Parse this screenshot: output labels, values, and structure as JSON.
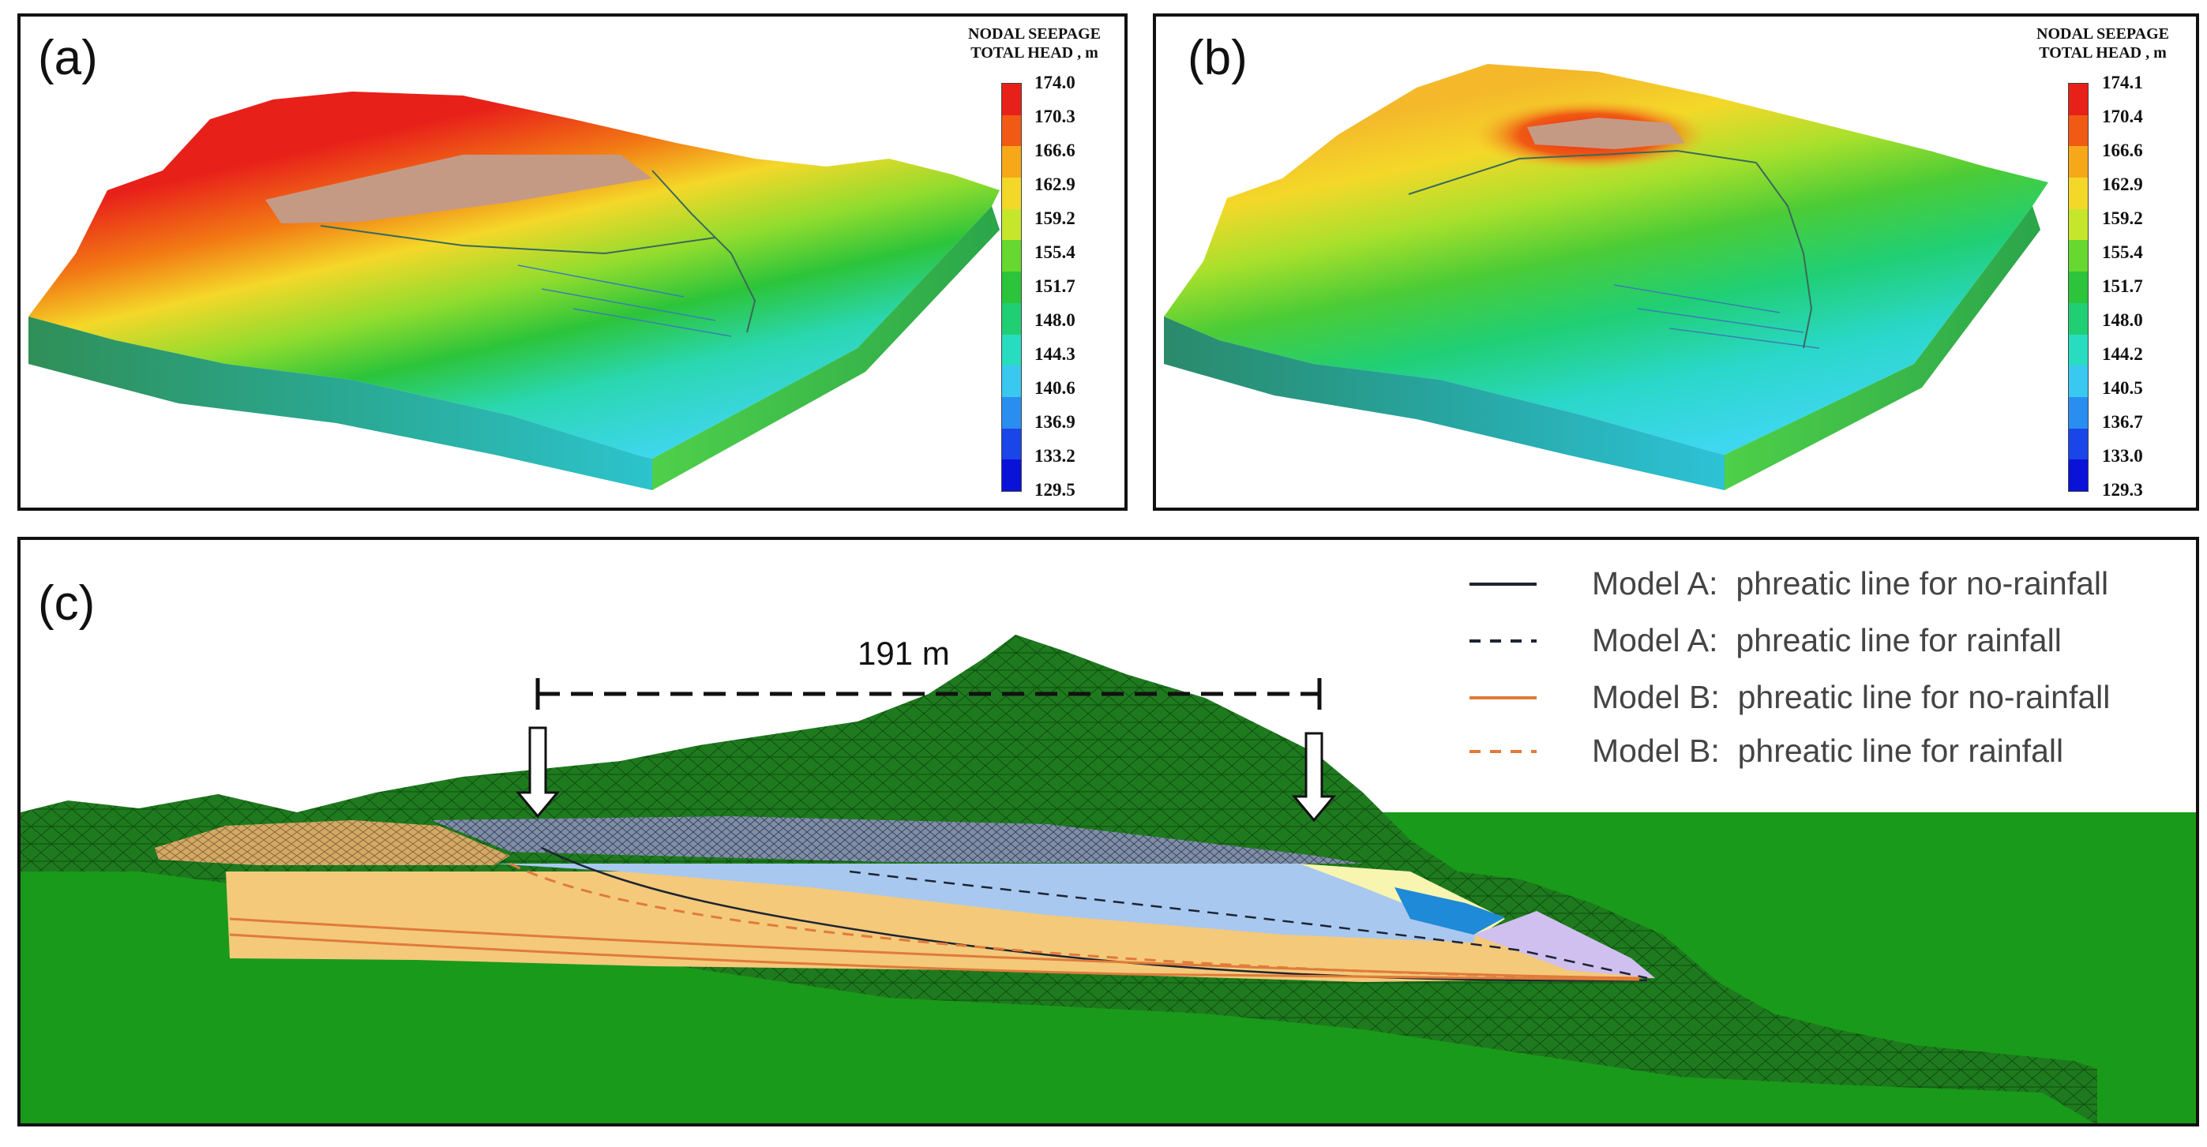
{
  "panel_a": {
    "label": "(a)",
    "legend_title_1": "NODAL SEEPAGE",
    "legend_title_2": "TOTAL HEAD , m",
    "ticks": [
      "174.0",
      "170.3",
      "166.6",
      "162.9",
      "159.2",
      "155.4",
      "151.7",
      "148.0",
      "144.3",
      "140.6",
      "136.9",
      "133.2",
      "129.5"
    ]
  },
  "panel_b": {
    "label": "(b)",
    "legend_title_1": "NODAL SEEPAGE",
    "legend_title_2": "TOTAL HEAD , m",
    "ticks": [
      "174.1",
      "170.4",
      "166.6",
      "162.9",
      "159.2",
      "155.4",
      "151.7",
      "148.0",
      "144.2",
      "140.5",
      "136.7",
      "133.0",
      "129.3"
    ]
  },
  "colorbar_colors": [
    "#e8201a",
    "#f05a14",
    "#f7a818",
    "#f4d829",
    "#c6e62c",
    "#66d82f",
    "#2cc43a",
    "#20cf74",
    "#28dcc0",
    "#38c8f0",
    "#2a8ef0",
    "#1a45e8",
    "#0a12d8"
  ],
  "panel_c": {
    "label": "(c)",
    "distance_label": "191 m",
    "legend": [
      {
        "model": "Model A:",
        "desc": "phreatic line for no-rainfall",
        "color": "#1d2433",
        "dashed": false
      },
      {
        "model": "Model A:",
        "desc": "phreatic line for rainfall",
        "color": "#1d2433",
        "dashed": true
      },
      {
        "model": "Model B:",
        "desc": "phreatic line for no-rainfall",
        "color": "#e07b3a",
        "dashed": false
      },
      {
        "model": "Model B:",
        "desc": "phreatic line for rainfall",
        "color": "#e07b3a",
        "dashed": true
      }
    ]
  }
}
